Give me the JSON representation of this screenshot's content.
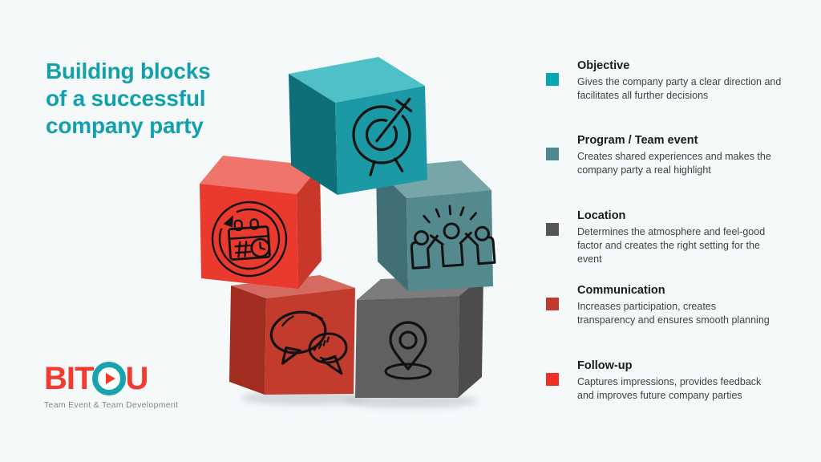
{
  "background": "#f5f9fa",
  "title": {
    "text": "Building blocks\nof a successful\ncompany party",
    "color": "#12a1ab"
  },
  "cubes": {
    "objective": {
      "icon": "target-icon",
      "front": "#1b9aa5",
      "top": "#4fc0c7",
      "side": "#0f6f79"
    },
    "followup": {
      "icon": "calendar-refresh-icon",
      "front": "#e93a2d",
      "top": "#ef746c",
      "side": "#c9372b"
    },
    "program": {
      "icon": "team-highfive-icon",
      "front": "#54898d",
      "top": "#78a5a7",
      "side": "#407075"
    },
    "communication": {
      "icon": "chat-bubbles-icon",
      "front": "#c33b2d",
      "top": "#d56a60",
      "side": "#a12d21"
    },
    "location": {
      "icon": "location-pin-icon",
      "front": "#615f5f",
      "top": "#7d7b7b",
      "side": "#4d4b4b"
    }
  },
  "legend": {
    "items": [
      {
        "label": "Objective",
        "description": "Gives the company party a clear direction and\nfacilitates all further decisions",
        "color": "#07a8b2"
      },
      {
        "label": "Program / Team event",
        "description": "Creates shared experiences and makes the\ncompany party a real highlight",
        "color": "#4e898d"
      },
      {
        "label": "Location",
        "description": "Determines the atmosphere and feel-good\nfactor and creates the right setting for the\nevent",
        "color": "#575555"
      },
      {
        "label": "Communication",
        "description": "Increases participation, creates\ntransparency and ensures smooth planning",
        "color": "#bf392d"
      },
      {
        "label": "Follow-up",
        "description": "Captures impressions, provides feedback\nand improves future company parties",
        "color": "#ee3122"
      }
    ]
  },
  "logo": {
    "text_left": "BIT",
    "text_right": "U",
    "tagline": "Team Event & Team Development",
    "red": "#f23a30",
    "teal": "#16a3ad"
  }
}
